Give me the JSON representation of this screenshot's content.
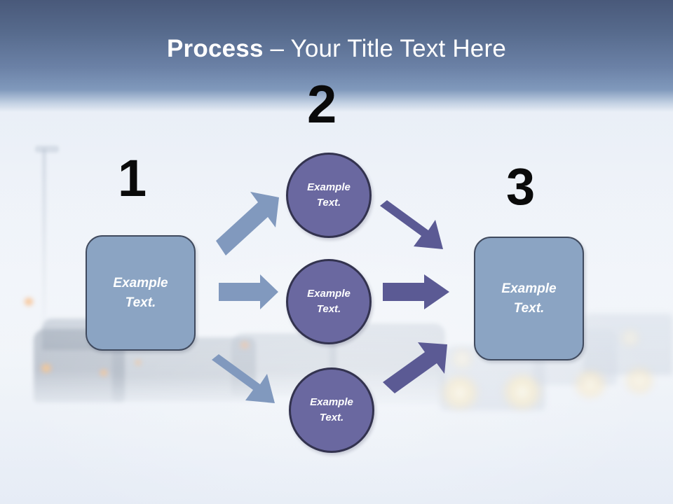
{
  "slide": {
    "title_strong": "Process",
    "title_rest": " – Your Title Text Here",
    "background_description": "winter highway traffic in snow and fog, faded"
  },
  "colors": {
    "header_top": "#49597a",
    "header_bottom": "#8099bc",
    "slide_background": "#e4eaf3",
    "rect_fill": "#8ba4c3",
    "rect_border": "#404a5e",
    "circle_fill": "#6a68a0",
    "circle_border": "#33334f",
    "arrow_blue": "#8199be",
    "arrow_purple": "#5b5a94",
    "number_color": "#0a0a0a",
    "text_on_shape": "#ffffff"
  },
  "steps": [
    {
      "number": "1",
      "label_line1": "Example",
      "label_line2": "Text."
    },
    {
      "number": "2",
      "label_line1": "Example",
      "label_line2": "Text."
    },
    {
      "number": "3",
      "label_line1": "Example",
      "label_line2": "Text."
    }
  ],
  "shapes": {
    "left_box": {
      "line1": "Example",
      "line2": "Text."
    },
    "circle_top": {
      "line1": "Example",
      "line2": "Text."
    },
    "circle_middle": {
      "line1": "Example",
      "line2": "Text."
    },
    "circle_bottom": {
      "line1": "Example",
      "line2": "Text."
    },
    "right_box": {
      "line1": "Example",
      "line2": "Text."
    }
  },
  "connectors": [
    {
      "name": "left-to-top",
      "from": "left_box",
      "to": "circle_top",
      "direction": "up-right",
      "color": "#8199be"
    },
    {
      "name": "left-to-middle",
      "from": "left_box",
      "to": "circle_middle",
      "direction": "right",
      "color": "#8199be"
    },
    {
      "name": "left-to-bottom",
      "from": "left_box",
      "to": "circle_bottom",
      "direction": "down-right",
      "color": "#8199be"
    },
    {
      "name": "top-to-right",
      "from": "circle_top",
      "to": "right_box",
      "direction": "down-right",
      "color": "#5b5a94"
    },
    {
      "name": "middle-to-right",
      "from": "circle_middle",
      "to": "right_box",
      "direction": "right",
      "color": "#5b5a94"
    },
    {
      "name": "bottom-to-right",
      "from": "circle_bottom",
      "to": "right_box",
      "direction": "up-right",
      "color": "#5b5a94"
    }
  ]
}
